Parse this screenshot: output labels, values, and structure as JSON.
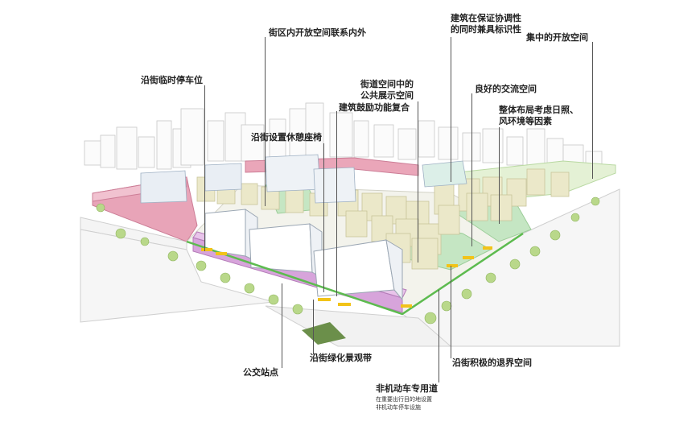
{
  "annotations": {
    "open_space_link": "街区内开放空间联系内外",
    "identity_line1": "建筑在保证协调性",
    "identity_line2": "的同时兼具标识性",
    "concentrated_open": "集中的开放空间",
    "temp_parking": "沿街临时停车位",
    "public_display_line1": "街道空间中的",
    "public_display_line2": "公共展示空间",
    "exchange_space": "良好的交流空间",
    "mixed_function": "建筑鼓励功能复合",
    "layout_factors_line1": "整体布局考虑日照、",
    "layout_factors_line2": "风环境等因素",
    "street_seating": "沿街设置休憩座椅",
    "bus_stop": "公交站点",
    "green_belt": "沿街绿化景观带",
    "setback_space": "沿街积极的退界空间",
    "bike_lane": "非机动车专用道",
    "bike_note_line1": "在重要出行目的地设置",
    "bike_note_line2": "非机动车停车设施"
  },
  "colors": {
    "commercial_pink": "#e79fb6",
    "commercial_purple": "#d9a6dc",
    "green_open_space": "#bfe3bf",
    "boundary_green": "#5dbb4f",
    "residential_blocks": "#e9e6c6",
    "parking_yellow": "#f2c318",
    "trees": "#b9d88a",
    "leader_lines": "#555555"
  }
}
